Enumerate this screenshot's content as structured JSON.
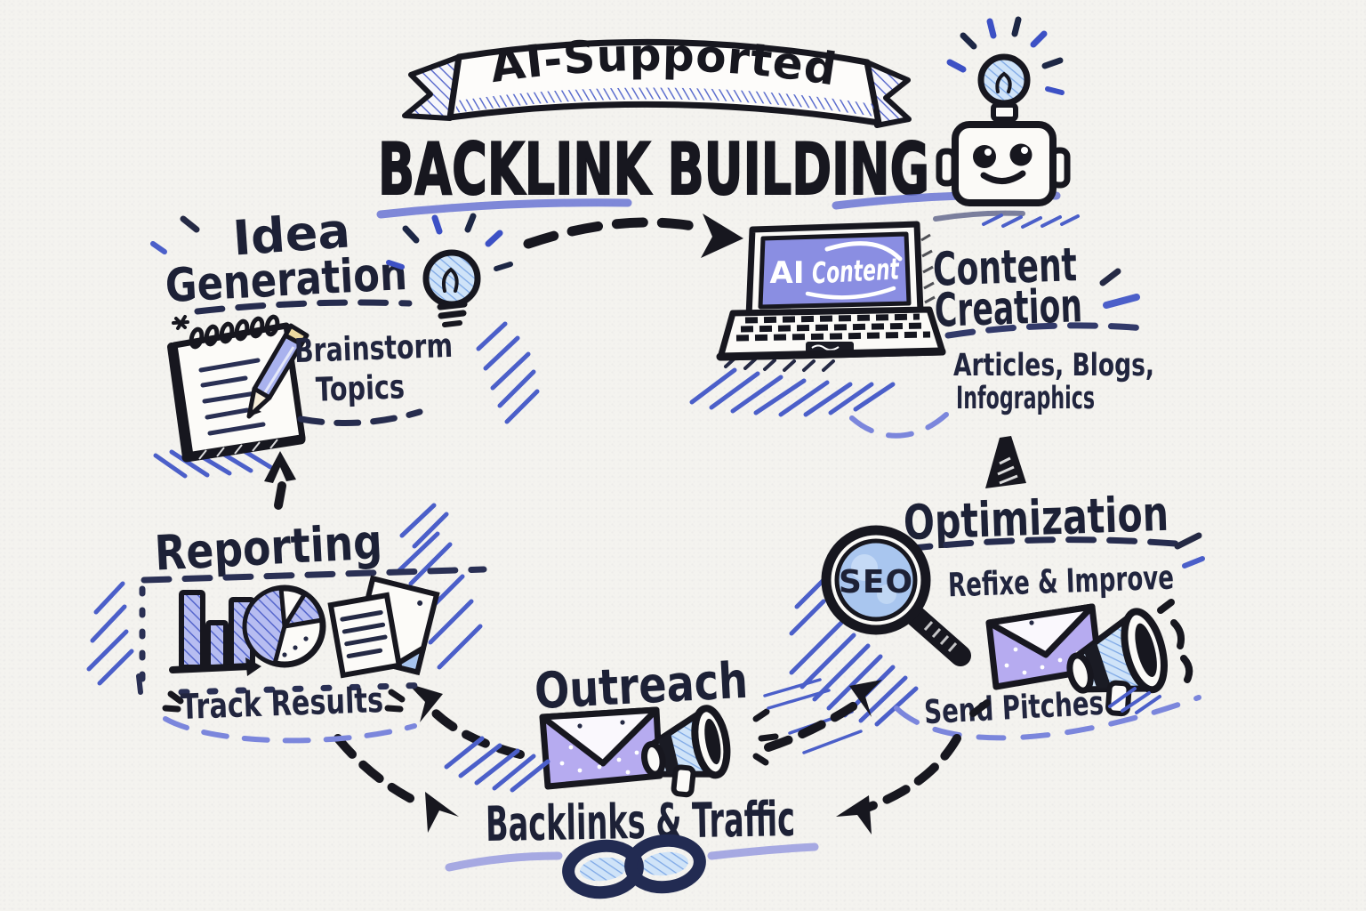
{
  "header": {
    "ribbon": "AI-Supported",
    "title": "BACKLINK BUILDING"
  },
  "sections": {
    "idea": {
      "title1": "Idea",
      "title2": "Generation",
      "sub1": "Brainstorm",
      "sub2": "Topics"
    },
    "content": {
      "title1": "Content",
      "title2": "Creation",
      "sub1": "Articles, Blogs,",
      "sub2": "Infographics",
      "screen_ai": "AI",
      "screen_content": "Content"
    },
    "optimization": {
      "title": "Optimization",
      "sub": "Refixe & Improve",
      "magnifier": "SEO",
      "pitch": "Send Pitches"
    },
    "outreach": {
      "title": "Outreach"
    },
    "backlinks": {
      "title": "Backlinks & Traffic"
    },
    "reporting": {
      "title": "Reporting",
      "sub": "Track Results"
    }
  },
  "icons": {
    "robot": "robot-head-icon",
    "lightbulb": "lightbulb-icon",
    "notepad": "notepad-icon",
    "pencil": "pencil-icon",
    "laptop": "laptop-icon",
    "magnifier": "seo-magnifier-icon",
    "envelope": "envelope-icon",
    "megaphone": "megaphone-icon",
    "bar_chart": "bar-chart-icon",
    "pie_chart": "pie-chart-icon",
    "documents": "documents-icon",
    "chain": "chain-link-icon"
  },
  "colors": {
    "paper": "#f4f3ef",
    "ink": "#1a1b24",
    "navy": "#252a45",
    "blue_hatch": "#4b5fc9",
    "periwinkle_screen": "#8a8ee2",
    "lilac_envelope": "#b6abf0",
    "light_blue_bulb": "#cfe3f8",
    "swoosh": "#7b86dc"
  }
}
